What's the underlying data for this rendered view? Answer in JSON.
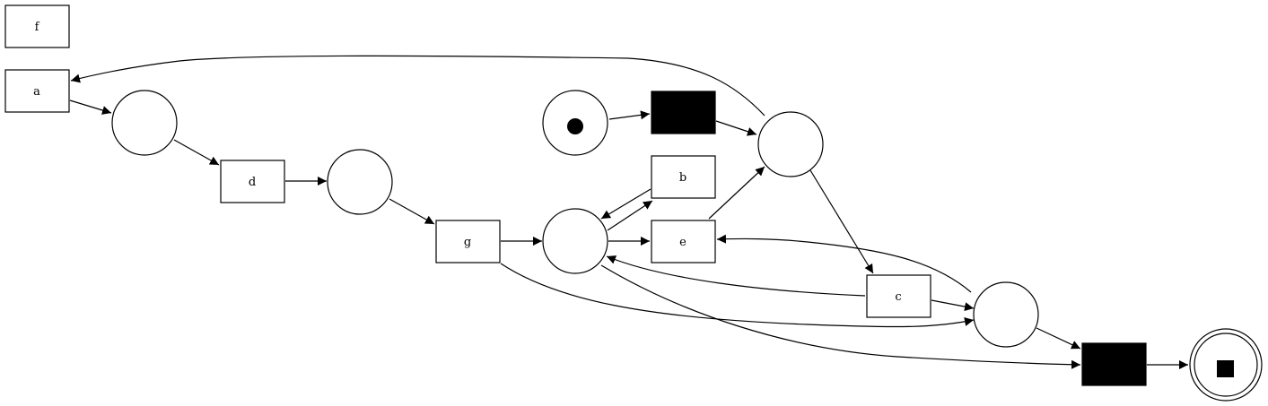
{
  "diagram": {
    "type": "petri-net",
    "transitions": [
      {
        "id": "f",
        "label": "f"
      },
      {
        "id": "a",
        "label": "a"
      },
      {
        "id": "d",
        "label": "d"
      },
      {
        "id": "g",
        "label": "g"
      },
      {
        "id": "b",
        "label": "b"
      },
      {
        "id": "e",
        "label": "e"
      },
      {
        "id": "c",
        "label": "c"
      },
      {
        "id": "tau_start",
        "label": "",
        "silent": true
      },
      {
        "id": "tau_end",
        "label": "",
        "silent": true
      }
    ],
    "places": [
      {
        "id": "source",
        "marking": "token"
      },
      {
        "id": "p1"
      },
      {
        "id": "p2"
      },
      {
        "id": "p3"
      },
      {
        "id": "p4"
      },
      {
        "id": "p5"
      },
      {
        "id": "sink",
        "marking": "final"
      }
    ],
    "arcs": [
      [
        "a",
        "p1"
      ],
      [
        "p1",
        "d"
      ],
      [
        "d",
        "p2"
      ],
      [
        "p2",
        "g"
      ],
      [
        "g",
        "p3"
      ],
      [
        "g",
        "p5"
      ],
      [
        "p3",
        "b"
      ],
      [
        "b",
        "p3"
      ],
      [
        "p3",
        "e"
      ],
      [
        "p3",
        "tau_end"
      ],
      [
        "source",
        "tau_start"
      ],
      [
        "tau_start",
        "p4"
      ],
      [
        "e",
        "p4"
      ],
      [
        "p4",
        "a"
      ],
      [
        "p4",
        "c"
      ],
      [
        "c",
        "p5"
      ],
      [
        "c",
        "p3"
      ],
      [
        "p5",
        "e"
      ],
      [
        "p5",
        "tau_end"
      ],
      [
        "tau_end",
        "sink"
      ]
    ],
    "colors": {
      "stroke": "#000000",
      "fill": "#ffffff",
      "silent": "#000000"
    }
  }
}
